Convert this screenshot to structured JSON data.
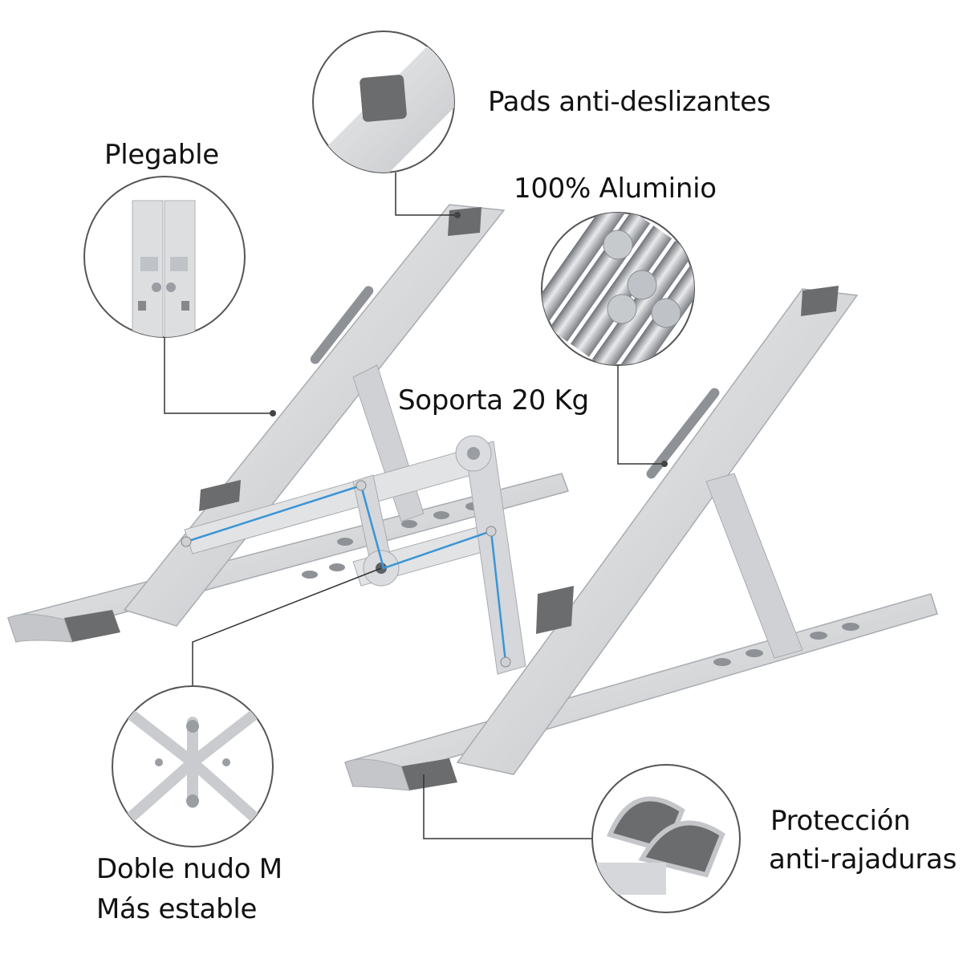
{
  "labels": {
    "pads": "Pads anti-deslizantes",
    "plegable": "Plegable",
    "aluminio": "100% Aluminio",
    "soporta": "Soporta 20 Kg",
    "proteccion_1": "Protección",
    "proteccion_2": "anti-rajaduras",
    "doble_1": "Doble nudo M",
    "doble_2": "Más estable"
  },
  "colors": {
    "background": "#ffffff",
    "aluminum": "#d9dadc",
    "aluminum_dark": "#a9acb0",
    "pad": "#6b6c6e",
    "link_line": "#3a95d6",
    "callout": "#333333"
  }
}
